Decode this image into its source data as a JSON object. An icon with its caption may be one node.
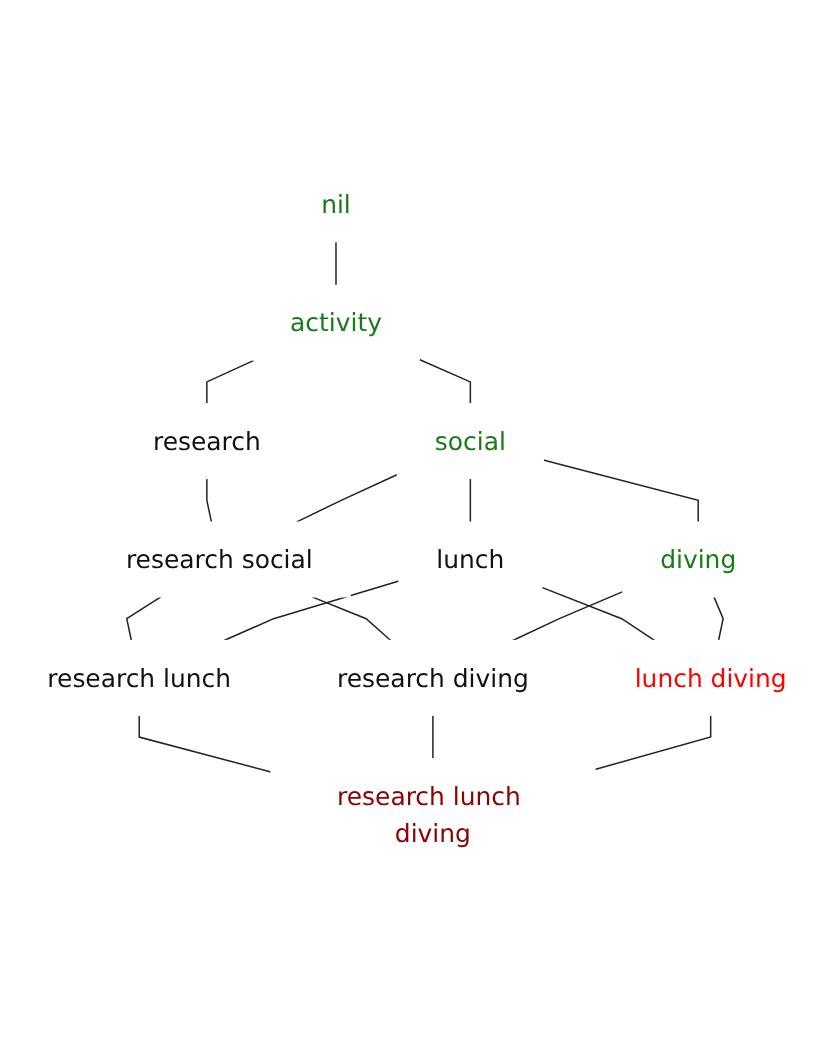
{
  "diagram": {
    "nodes": [
      {
        "text": [
          "nil"
        ]
      },
      {
        "text": [
          "activity"
        ]
      },
      {
        "text": [
          "research"
        ]
      },
      {
        "text": [
          "social"
        ]
      },
      {
        "text": [
          "research social"
        ]
      },
      {
        "text": [
          "lunch"
        ]
      },
      {
        "text": [
          "diving"
        ]
      },
      {
        "text": [
          "research lunch"
        ]
      },
      {
        "text": [
          "research diving"
        ]
      },
      {
        "text": [
          "lunch diving"
        ]
      },
      {
        "text": [
          "research lunch diving"
        ]
      }
    ],
    "edges": [
      {
        "from": 0,
        "to": 1,
        "arrow": "none"
      },
      {
        "from": 1,
        "to": 2,
        "arrow": "none"
      },
      {
        "from": 1,
        "to": 3,
        "arrow": "none"
      },
      {
        "from": 2,
        "to": 4,
        "arrow": "none"
      },
      {
        "from": 3,
        "to": 4,
        "arrow": "none"
      },
      {
        "from": 3,
        "to": 5,
        "arrow": "none"
      },
      {
        "from": 3,
        "to": 6,
        "arrow": "none"
      },
      {
        "from": 4,
        "to": 7,
        "arrow": "none"
      },
      {
        "from": 4,
        "to": 8,
        "arrow": "none"
      },
      {
        "from": 5,
        "to": 7,
        "arrow": "none"
      },
      {
        "from": 5,
        "to": 9,
        "arrow": "none"
      },
      {
        "from": 6,
        "to": 8,
        "arrow": "none"
      },
      {
        "from": 6,
        "to": 9,
        "arrow": "none"
      },
      {
        "from": 7,
        "to": 10,
        "arrow": "none"
      },
      {
        "from": 8,
        "to": 10,
        "arrow": "none"
      },
      {
        "from": 9,
        "to": 10,
        "arrow": "none"
      }
    ]
  }
}
